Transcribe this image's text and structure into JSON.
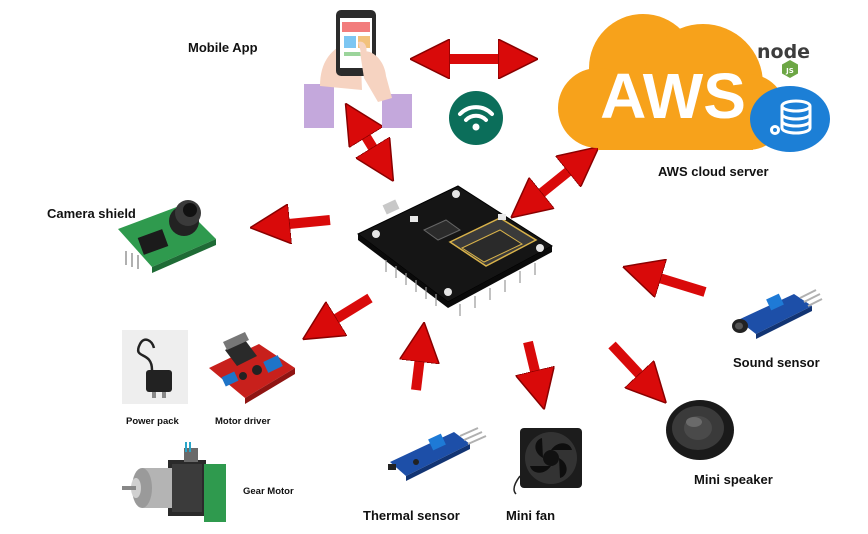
{
  "labels": {
    "mobile_app": "Mobile App",
    "aws_cloud_server": "AWS cloud server",
    "camera_shield": "Camera shield",
    "power_pack": "Power pack",
    "motor_driver": "Motor driver",
    "gear_motor": "Gear Motor",
    "thermal_sensor": "Thermal sensor",
    "mini_fan": "Mini fan",
    "mini_speaker": "Mini speaker",
    "sound_sensor": "Sound sensor"
  },
  "logos": {
    "aws": "AWS",
    "node": "node",
    "node_badge": "JS"
  },
  "colors": {
    "arrow": "#d90a0a",
    "arrow_edge": "#8a0000",
    "aws_cloud": "#f7a21b",
    "wifi_bg": "#0b6e5a",
    "database_bg": "#1c7fd6",
    "board": "#151515",
    "pcb_green": "#2f9a4e",
    "pcb_blue": "#1d4fa8",
    "pcb_red": "#c8201c"
  },
  "icons": [
    "wifi-icon",
    "database-icon",
    "nodejs-logo",
    "aws-logo"
  ]
}
